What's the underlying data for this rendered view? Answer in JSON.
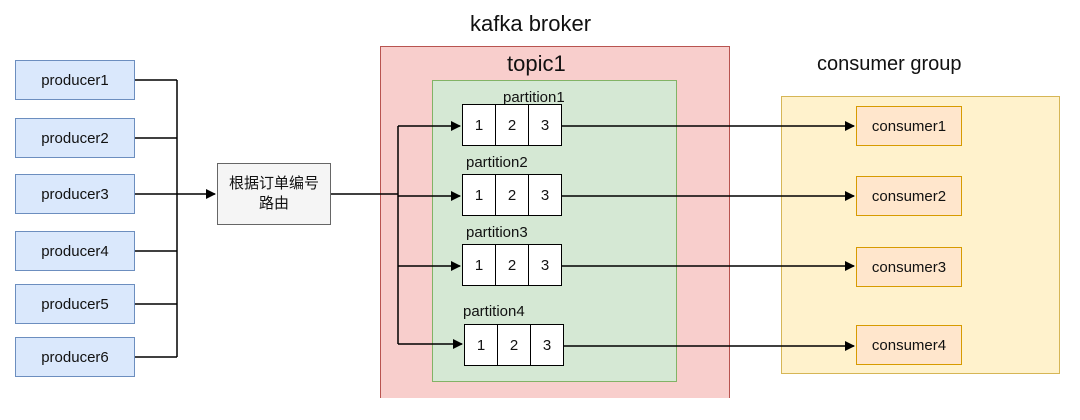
{
  "broker": {
    "title": "kafka broker"
  },
  "topic": {
    "title": "topic1"
  },
  "router": {
    "label": "根据订单编号\n路由"
  },
  "consumer_group": {
    "title": "consumer group"
  },
  "producers": [
    "producer1",
    "producer2",
    "producer3",
    "producer4",
    "producer5",
    "producer6"
  ],
  "partitions": [
    {
      "label": "partition1",
      "offsets": [
        "1",
        "2",
        "3"
      ]
    },
    {
      "label": "partition2",
      "offsets": [
        "1",
        "2",
        "3"
      ]
    },
    {
      "label": "partition3",
      "offsets": [
        "1",
        "2",
        "3"
      ]
    },
    {
      "label": "partition4",
      "offsets": [
        "1",
        "2",
        "3"
      ]
    }
  ],
  "consumers": [
    "consumer1",
    "consumer2",
    "consumer3",
    "consumer4"
  ],
  "colors": {
    "producer_fill": "#dae8fc",
    "producer_stroke": "#6c8ebf",
    "broker_fill": "#f8cecc",
    "broker_stroke": "#b85450",
    "topic_fill": "#d5e8d4",
    "topic_stroke": "#82b366",
    "group_fill": "#fff2cc",
    "group_stroke": "#d6b656",
    "consumer_fill": "#ffe6cc",
    "consumer_stroke": "#d79b00",
    "router_fill": "#f5f5f5",
    "router_stroke": "#666666"
  }
}
